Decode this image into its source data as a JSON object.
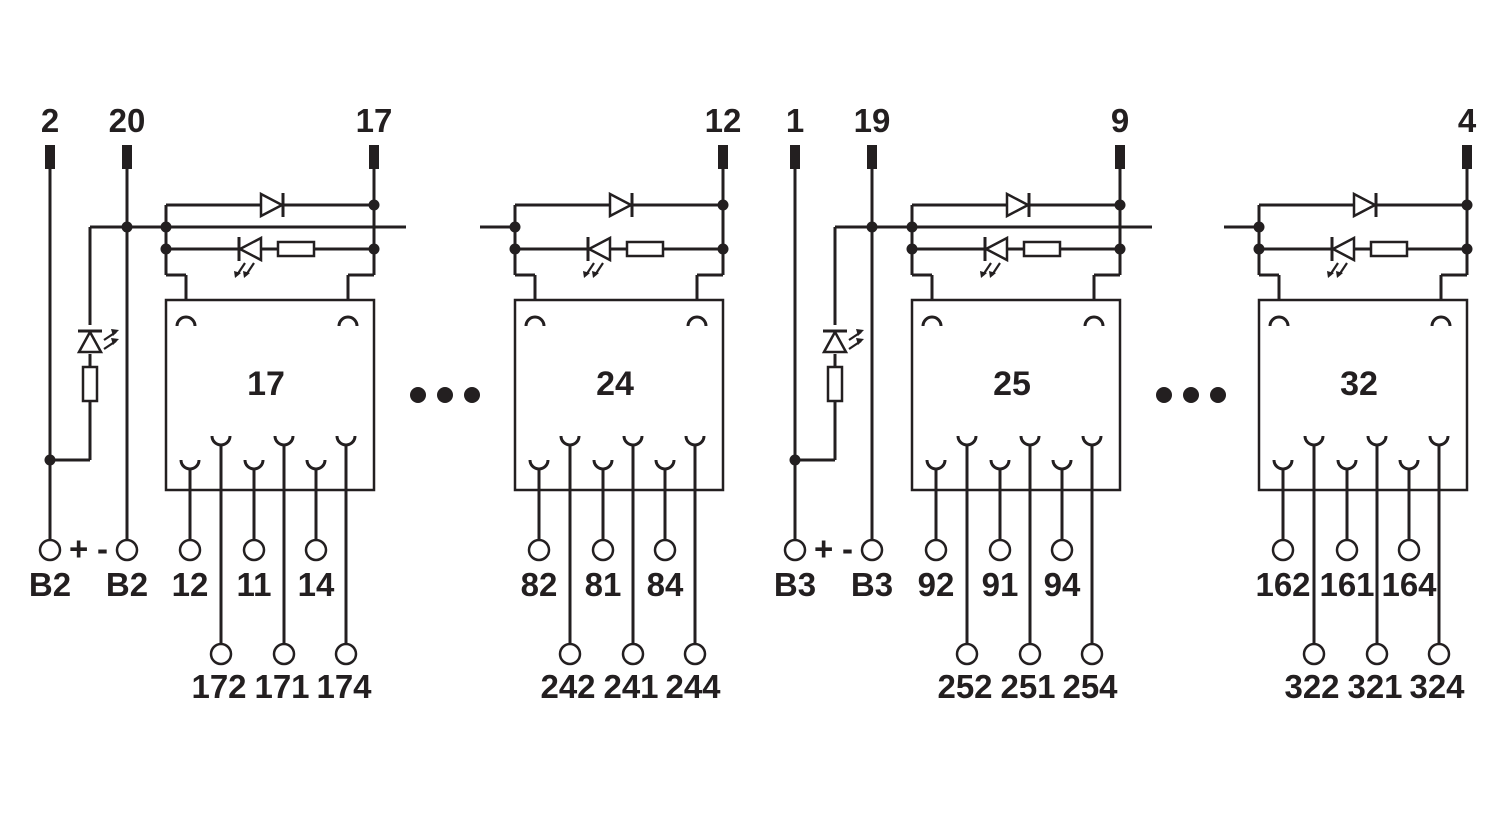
{
  "ellipsis": "•••",
  "groups": [
    {
      "feed_top_labels": [
        "2",
        "20"
      ],
      "bottom_labels": [
        {
          "sign": "+",
          "name": "B2"
        },
        {
          "sign": "-",
          "name": "B2"
        }
      ],
      "modules": [
        {
          "top_label": "17",
          "relay_number": "17",
          "contacts_upper": [
            "12",
            "11",
            "14"
          ],
          "contacts_lower": [
            "172",
            "171",
            "174"
          ]
        },
        {
          "top_label": "12",
          "relay_number": "24",
          "contacts_upper": [
            "82",
            "81",
            "84"
          ],
          "contacts_lower": [
            "242",
            "241",
            "244"
          ]
        }
      ]
    },
    {
      "feed_top_labels": [
        "1",
        "19"
      ],
      "bottom_labels": [
        {
          "sign": "+",
          "name": "B3"
        },
        {
          "sign": "-",
          "name": "B3"
        }
      ],
      "modules": [
        {
          "top_label": "9",
          "relay_number": "25",
          "contacts_upper": [
            "92",
            "91",
            "94"
          ],
          "contacts_lower": [
            "252",
            "251",
            "254"
          ]
        },
        {
          "top_label": "4",
          "relay_number": "32",
          "contacts_upper": [
            "162",
            "161",
            "164"
          ],
          "contacts_lower": [
            "322",
            "321",
            "324"
          ]
        }
      ]
    }
  ]
}
